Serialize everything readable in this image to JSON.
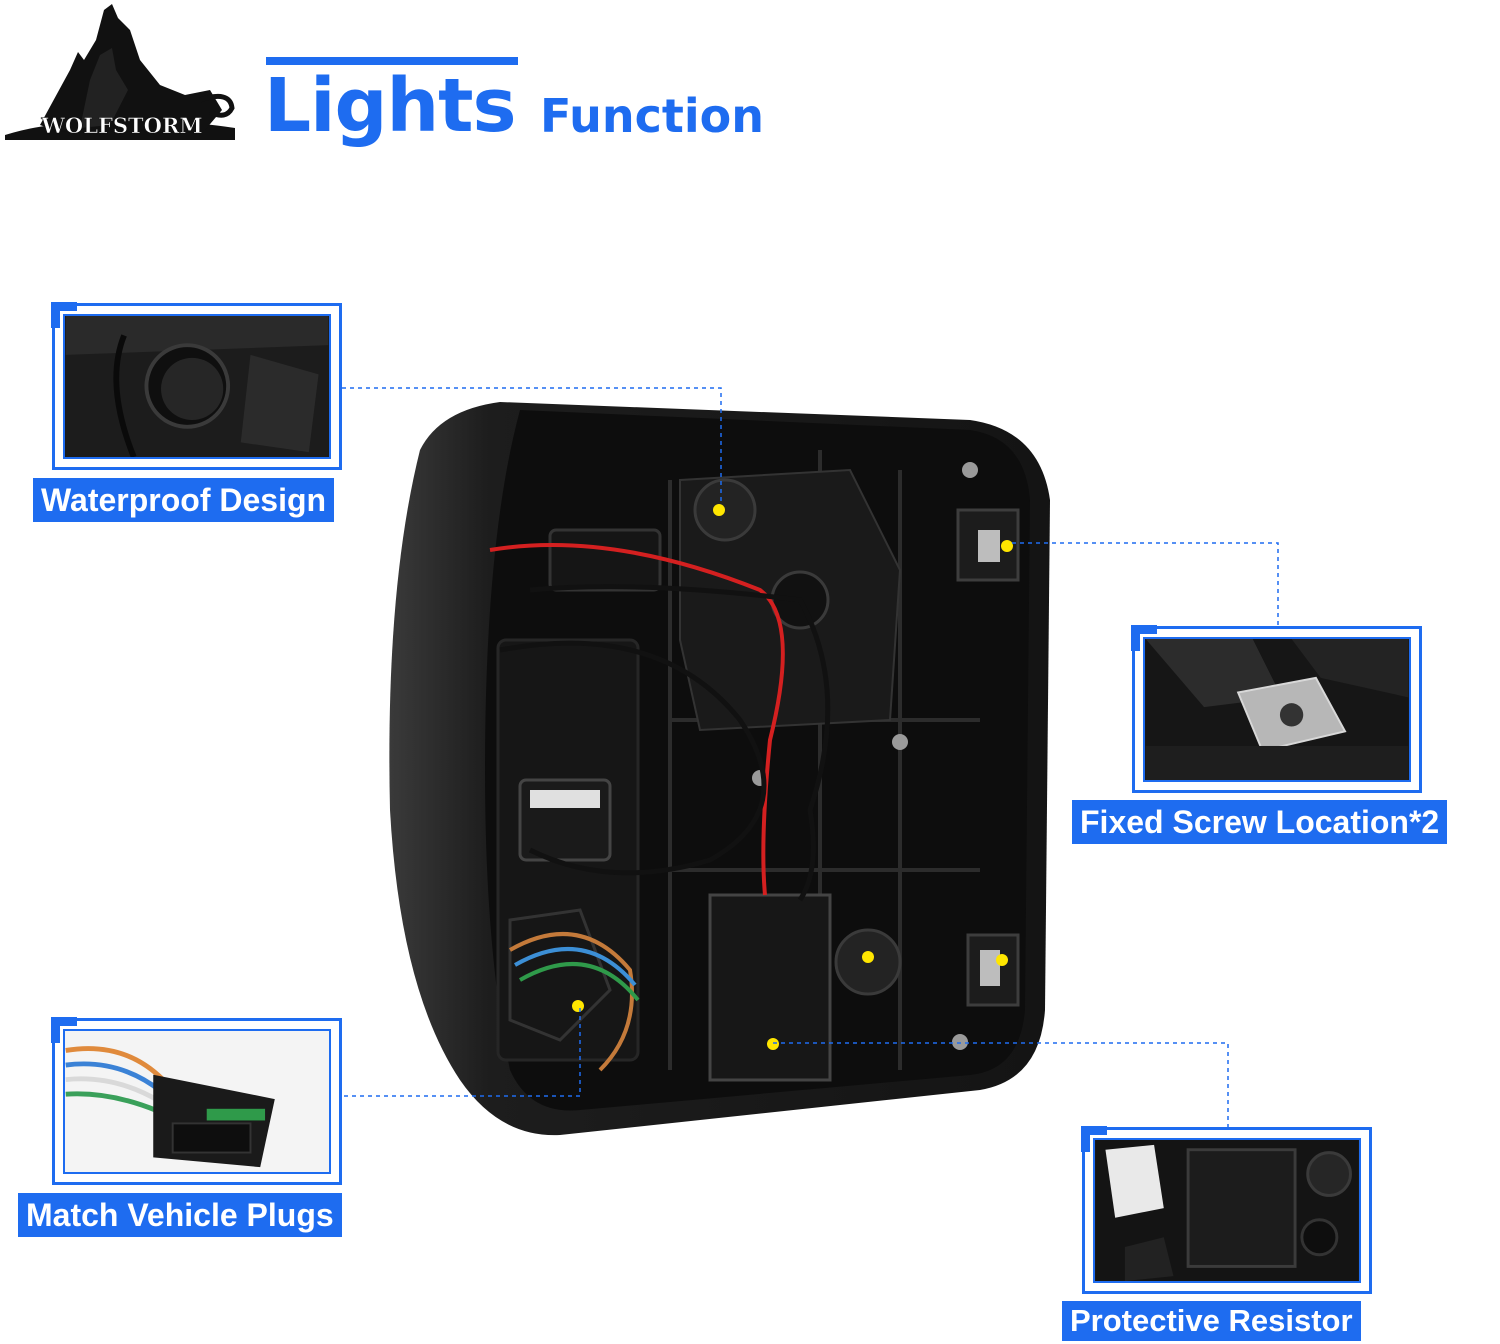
{
  "brand": {
    "logo_text": "WOLFSTORM"
  },
  "header": {
    "title_main": "Lights",
    "title_sub": "Function"
  },
  "callouts": [
    {
      "label": "Waterproof Design"
    },
    {
      "label": "Fixed Screw Location*2"
    },
    {
      "label": "Match Vehicle Plugs"
    },
    {
      "label": "Protective Resistor"
    }
  ],
  "colors": {
    "accent": "#1e6cf0",
    "marker": "#ffe600",
    "housing": "#1b1b1b"
  }
}
